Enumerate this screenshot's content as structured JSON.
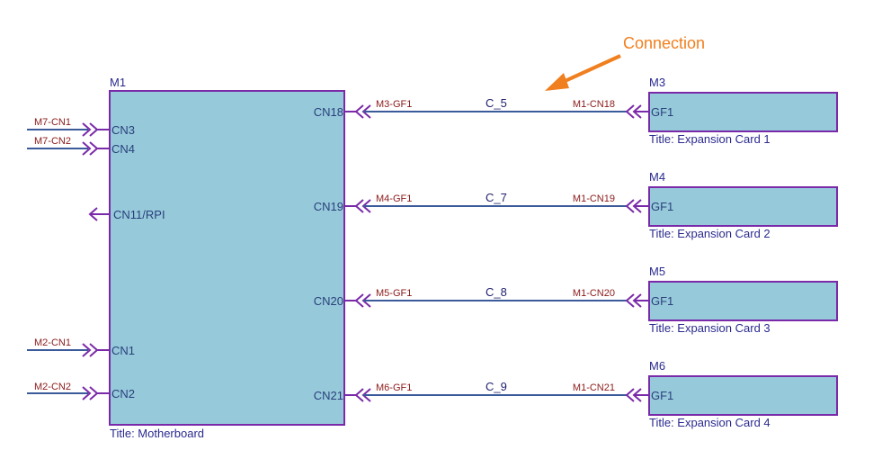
{
  "annotation": {
    "label": "Connection",
    "color": "#f07f1f"
  },
  "colors": {
    "box_fill": "#96cadb",
    "box_stroke": "#7a2aa8",
    "wire": "#3b5a9a",
    "arrow": "#7a2aa8",
    "net_text": "#8b1a1a"
  },
  "motherboard": {
    "ref": "M1",
    "title": "Title: Motherboard",
    "inputs": [
      {
        "port": "CN3",
        "net": "M7-CN1"
      },
      {
        "port": "CN4",
        "net": "M7-CN2"
      },
      {
        "port": "CN11/RPI",
        "net": ""
      },
      {
        "port": "CN1",
        "net": "M2-CN1"
      },
      {
        "port": "CN2",
        "net": "M2-CN2"
      }
    ],
    "outputs": [
      {
        "port": "CN18",
        "net": "M3-GF1"
      },
      {
        "port": "CN19",
        "net": "M4-GF1"
      },
      {
        "port": "CN20",
        "net": "M5-GF1"
      },
      {
        "port": "CN21",
        "net": "M6-GF1"
      }
    ]
  },
  "cards": [
    {
      "ref": "M3",
      "port": "GF1",
      "net": "M1-CN18",
      "title": "Title: Expansion Card 1",
      "connection": "C_5"
    },
    {
      "ref": "M4",
      "port": "GF1",
      "net": "M1-CN19",
      "title": "Title: Expansion Card 2",
      "connection": "C_7"
    },
    {
      "ref": "M5",
      "port": "GF1",
      "net": "M1-CN20",
      "title": "Title: Expansion Card 3",
      "connection": "C_8"
    },
    {
      "ref": "M6",
      "port": "GF1",
      "net": "M1-CN21",
      "title": "Title: Expansion Card 4",
      "connection": "C_9"
    }
  ]
}
